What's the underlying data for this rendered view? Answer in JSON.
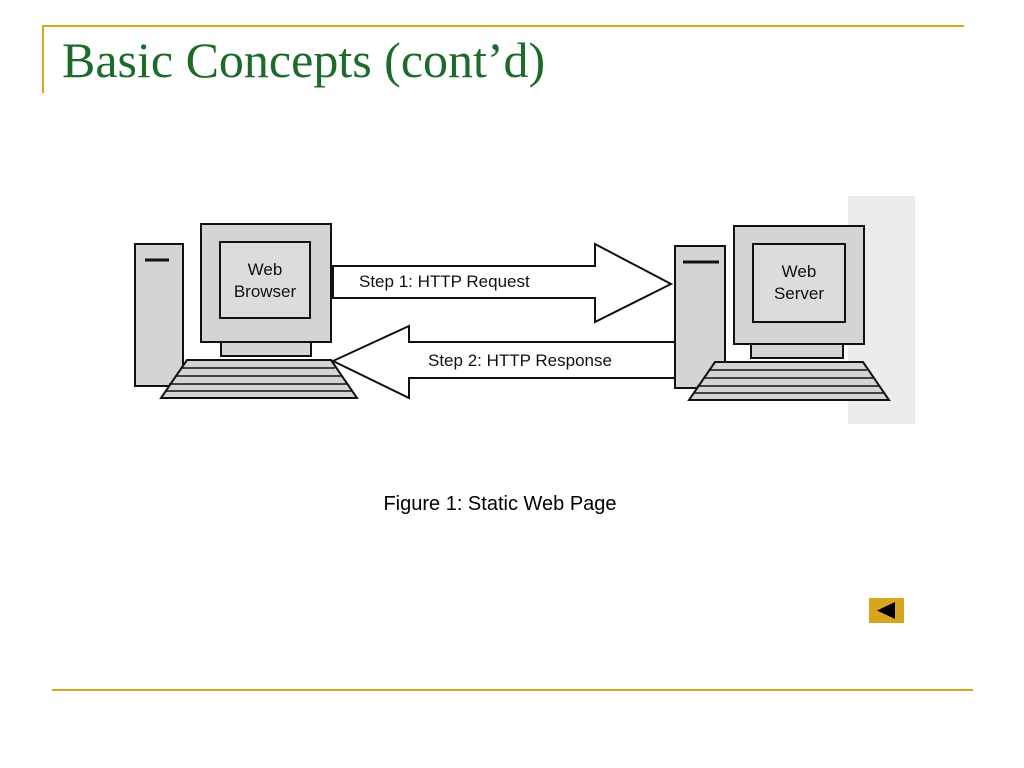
{
  "slide": {
    "title": "Basic Concepts (cont’d)",
    "caption": "Figure 1: Static Web Page"
  },
  "diagram": {
    "client": {
      "line1": "Web",
      "line2": "Browser"
    },
    "server": {
      "line1": "Web",
      "line2": "Server"
    },
    "request_label": "Step 1: HTTP Request",
    "response_label": "Step 2: HTTP Response"
  },
  "navigation": {
    "back_icon": "triangle-left-icon"
  },
  "colors": {
    "accent_rule": "#d9a521",
    "title_text": "#1d6b2b",
    "figure_fill": "#d4d4d4"
  }
}
